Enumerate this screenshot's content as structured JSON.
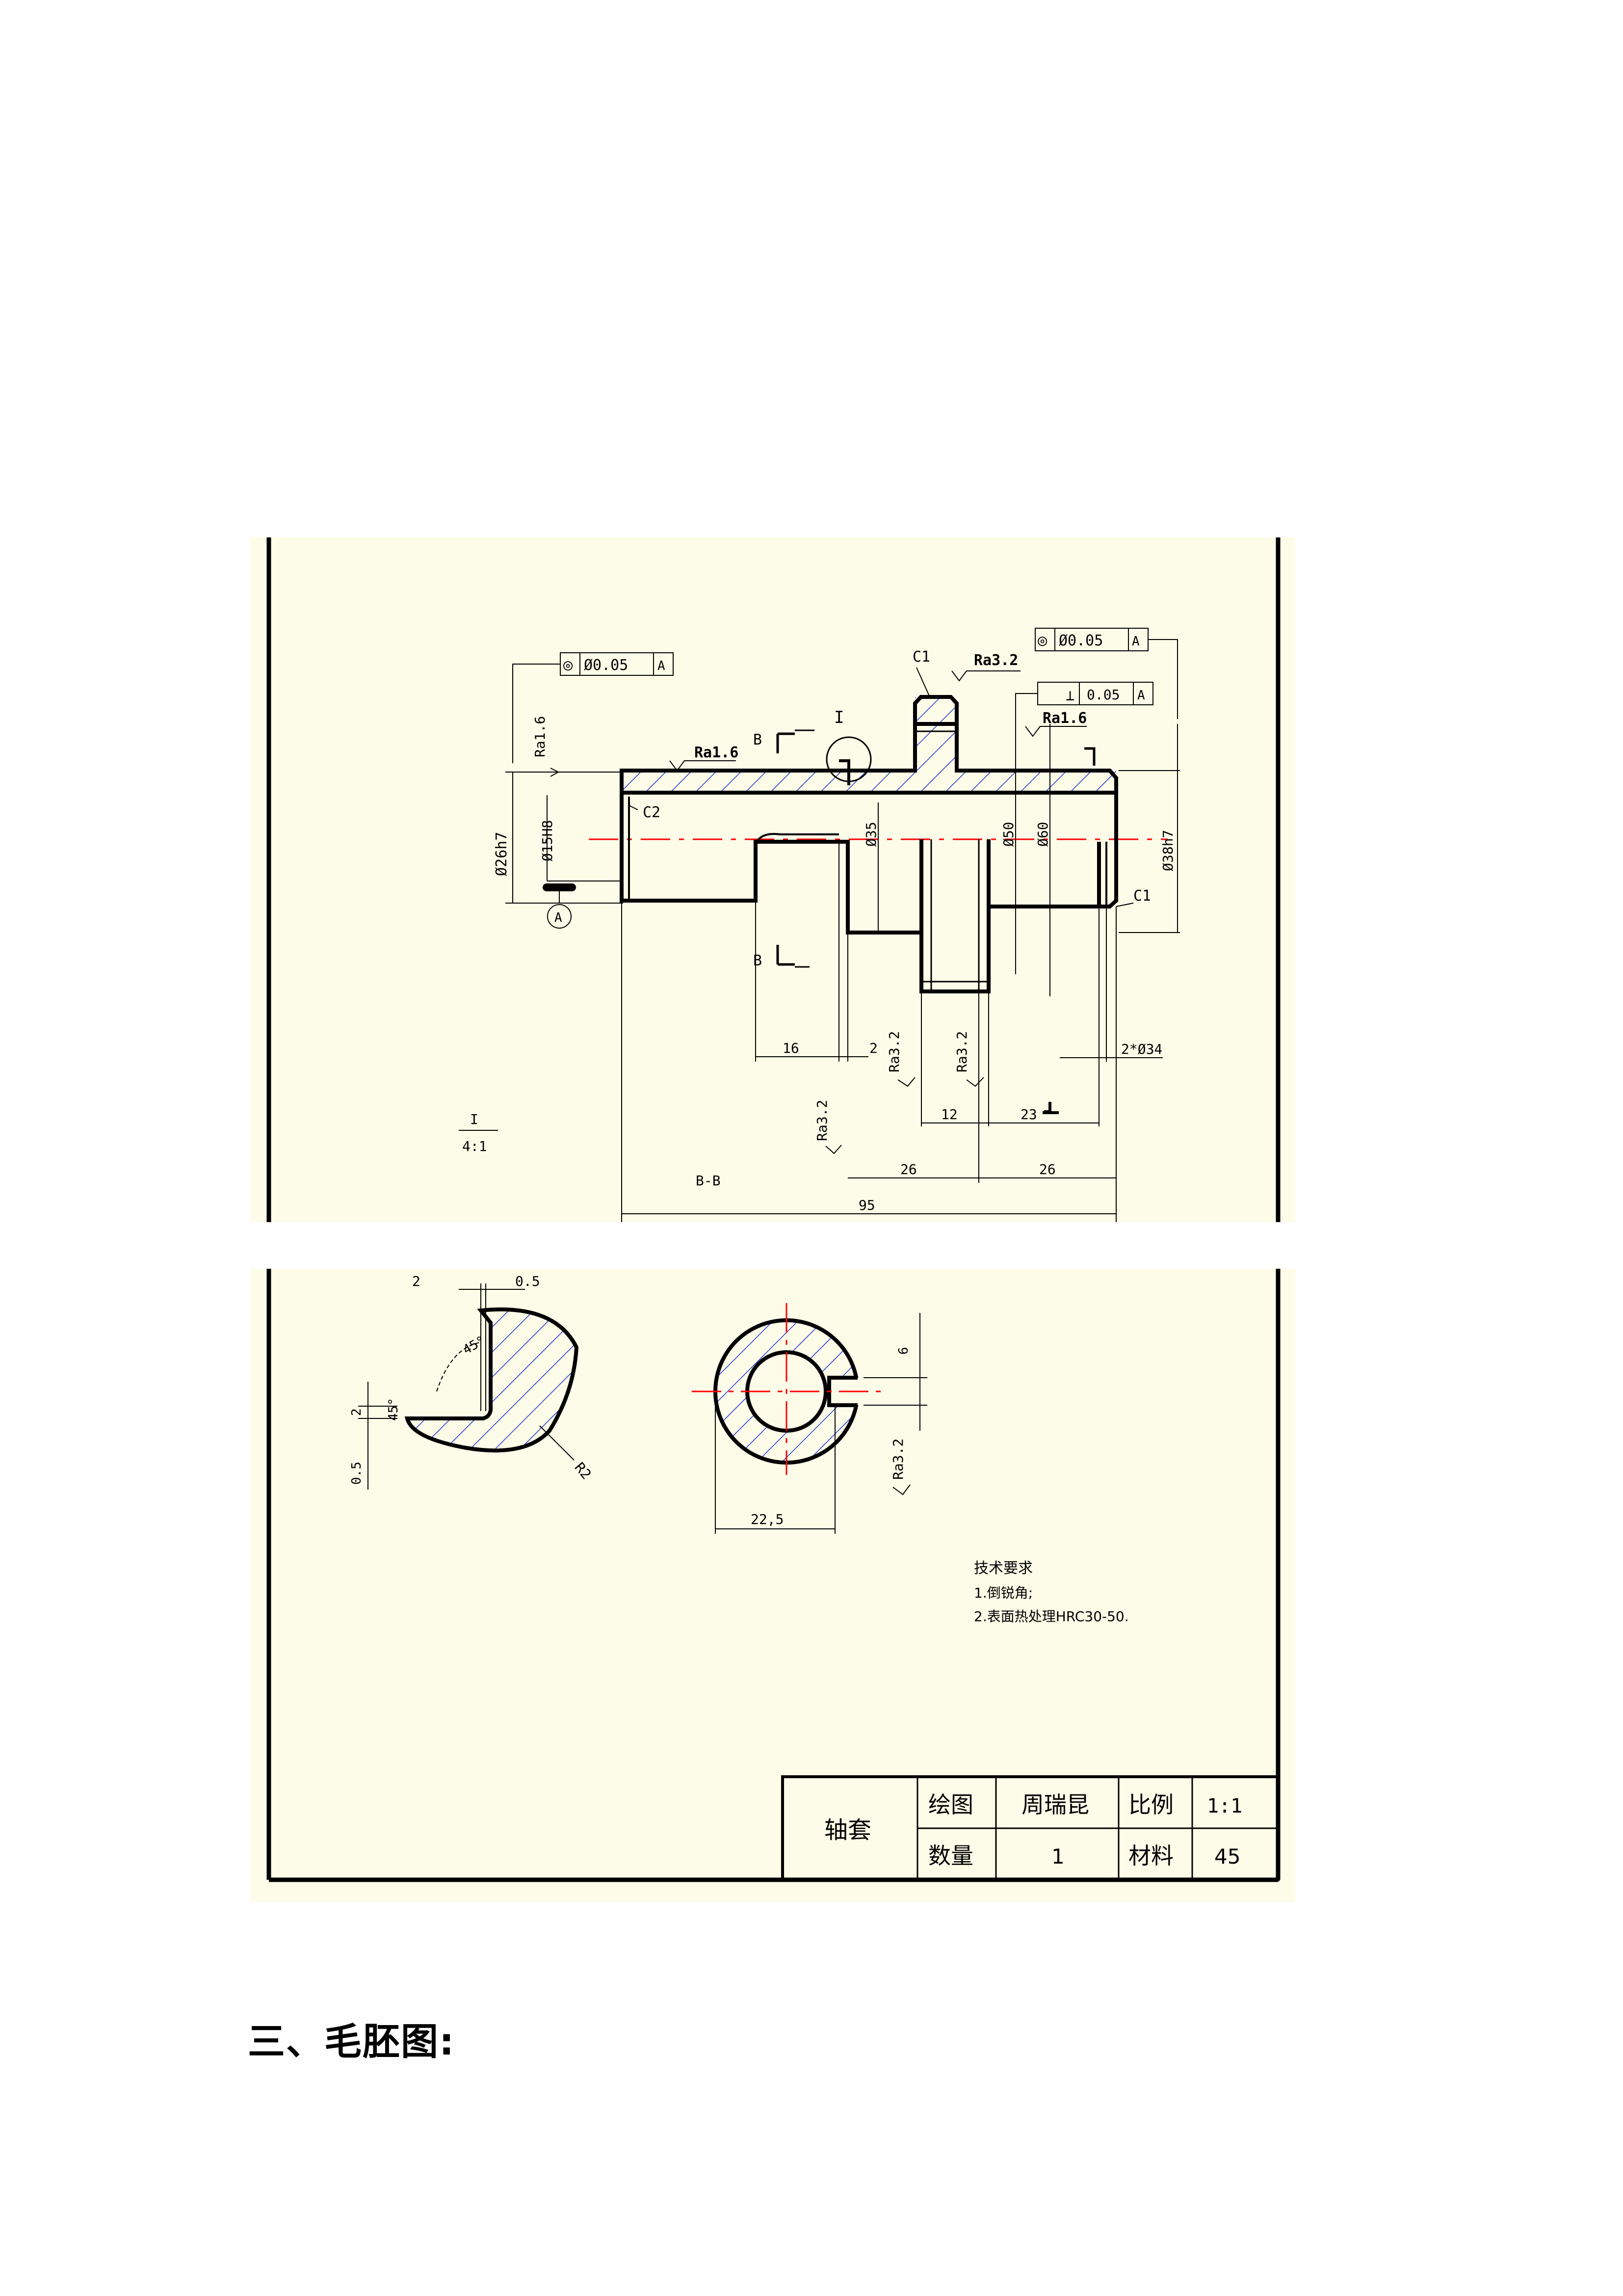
{
  "drawing": {
    "labels": {
      "chamfer_c1_top": "C1",
      "chamfer_c1_right": "C1",
      "chamfer_c2": "C2",
      "section_b_top": "B",
      "section_b_bottom": "B",
      "detail_marker": "I",
      "detail_label": "I",
      "detail_scale": "4:1",
      "section_view_label": "B-B",
      "datum_label": "A"
    },
    "tolerances": {
      "left_frame": {
        "symbol": "◎",
        "value": "Ø0.05",
        "datum": "A"
      },
      "right_frame": {
        "symbol": "◎",
        "value": "Ø0.05",
        "datum": "A"
      },
      "perp_frame": {
        "symbol": "⊥",
        "value": "0.05",
        "datum": "A"
      }
    },
    "roughness": {
      "ra16_left_vertical": "Ra1.6",
      "ra16_top": "Ra1.6",
      "ra32_top": "Ra3.2",
      "ra16_right": "Ra1.6",
      "ra32_groove_a": "Ra3.2",
      "ra32_groove_b": "Ra3.2",
      "ra32_bottom": "Ra3.2",
      "ra32_section": "Ra3.2"
    },
    "dimensions": {
      "dia_26h7": "Ø26h7",
      "dia_15h8": "Ø15H8",
      "dia_35": "Ø35",
      "dia_50": "Ø50",
      "dia_60": "Ø60",
      "dia_38h7": "Ø38h7",
      "len_16": "16",
      "len_2": "2",
      "len_12": "12",
      "len_23": "23",
      "groove_2x34": "2*Ø34",
      "len_26_a": "26",
      "len_26_b": "26",
      "len_95": "95",
      "detail_2": "2",
      "detail_05_top": "0.5",
      "detail_45_top": "45°",
      "detail_2_side": "2",
      "detail_45_side": "45°",
      "detail_05_side": "0.5",
      "detail_r2": "R2",
      "section_6": "6",
      "section_225": "22,5"
    },
    "notes": {
      "title": "技术要求",
      "items": [
        "1.倒锐角;",
        "2.表面热处理HRC30-50."
      ]
    }
  },
  "title_block": {
    "part_name": "轴套",
    "drawn_label": "绘图",
    "drawn_by": "周瑞昆",
    "scale_label": "比例",
    "scale_value": "1:1",
    "qty_label": "数量",
    "qty_value": "1",
    "material_label": "材料",
    "material_value": "45"
  },
  "section_heading": "三、毛胚图:",
  "colors": {
    "hatch": "#2233cc",
    "centerline": "#ff0000",
    "paper": "#fcfce8",
    "line": "#000000"
  }
}
